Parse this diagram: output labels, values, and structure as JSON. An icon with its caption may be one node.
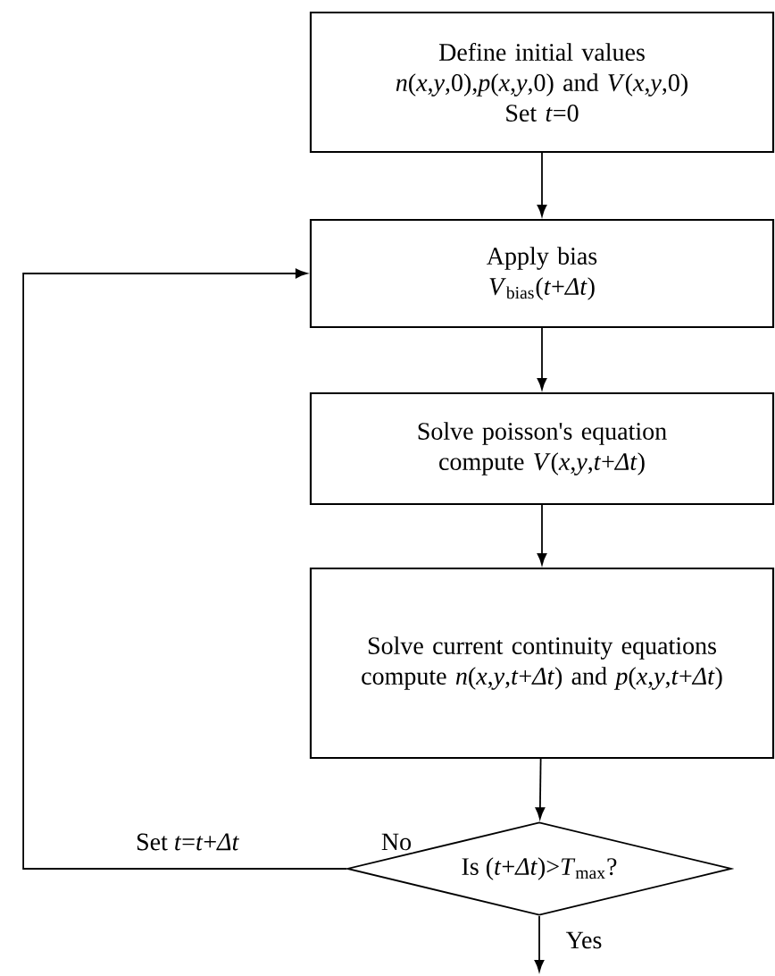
{
  "diagram": {
    "nodes": [
      {
        "text": [
          "Define initial values",
          "*n*(*x*,*y*,0),*p*(*x*,*y*,0) and *V*(*x*,*y*,0)",
          "Set *t*=0"
        ]
      },
      {
        "text": [
          "Apply bias",
          "*V*$_{bias}$(*t*+*Δt*)"
        ]
      },
      {
        "text": [
          "Solve poisson's equation",
          "compute *V*(*x*,*y*,*t*+*Δt*)"
        ]
      },
      {
        "text": [
          "Solve current continuity equations",
          "compute *n*(*x*,*y*,*t*+*Δt*) and *p*(*x*,*y*,*t*+*Δt*)"
        ]
      },
      {
        "text": [
          "Is (*t*+*Δt*)>*T*$_{max}$?"
        ]
      }
    ],
    "edges": [
      {
        "from": 0,
        "to": 1,
        "arrow": "to"
      },
      {
        "from": 1,
        "to": 2,
        "arrow": "to"
      },
      {
        "from": 2,
        "to": 3,
        "arrow": "to"
      },
      {
        "from": 3,
        "to": 4,
        "arrow": "to"
      },
      {
        "from": 4,
        "to": 1,
        "arrow": "to",
        "label": "No"
      },
      {
        "from": 4,
        "to": null,
        "arrow": "to",
        "label": "Yes"
      }
    ],
    "labels": [
      "Set *t*=*t*+*Δt*"
    ]
  }
}
